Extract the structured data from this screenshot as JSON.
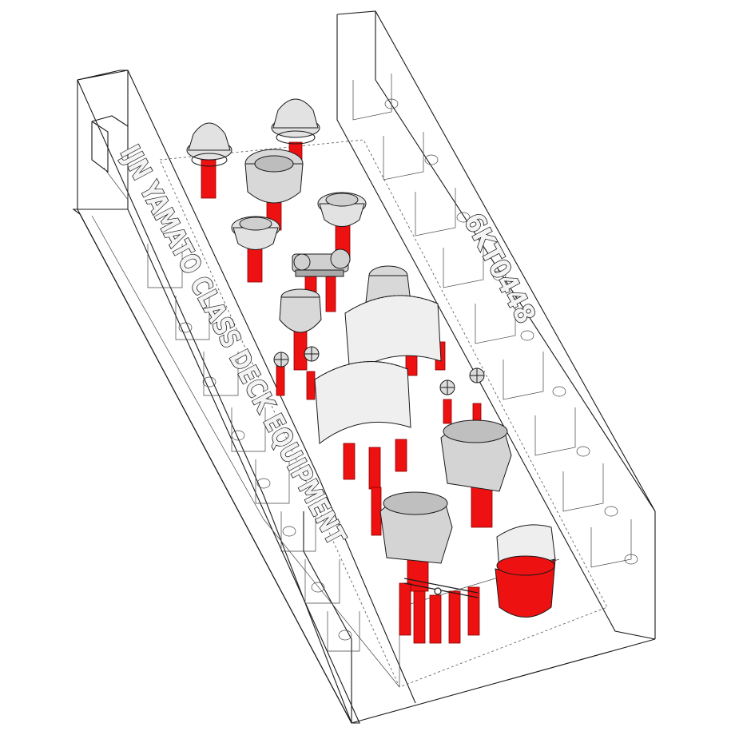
{
  "title": "IJN YAMATO CLASS DECK EQUIPMENT",
  "code": "6KT0448",
  "colors": {
    "background": "#ffffff",
    "line": "#1a1a1a",
    "part_fill": "#dedede",
    "pin_red": "#ee1111"
  },
  "parts": [
    {
      "name": "small-ventilator-left",
      "kind": "vent"
    },
    {
      "name": "small-ventilator-right",
      "kind": "vent"
    },
    {
      "name": "large-ventilator-top",
      "kind": "bowl"
    },
    {
      "name": "ventilator-mid-left",
      "kind": "vent"
    },
    {
      "name": "ventilator-mid-right",
      "kind": "vent"
    },
    {
      "name": "winch",
      "kind": "winch"
    },
    {
      "name": "bowl-ventilator-left",
      "kind": "bowl"
    },
    {
      "name": "bowl-ventilator-right",
      "kind": "bowl"
    },
    {
      "name": "curved-shield-upper",
      "kind": "shield"
    },
    {
      "name": "curved-shield-lower",
      "kind": "shield"
    },
    {
      "name": "valve-wheel-1",
      "kind": "valve"
    },
    {
      "name": "valve-wheel-2",
      "kind": "valve"
    },
    {
      "name": "valve-wheel-3",
      "kind": "valve"
    },
    {
      "name": "valve-wheel-4",
      "kind": "valve"
    },
    {
      "name": "searchlight-housing-right",
      "kind": "housing"
    },
    {
      "name": "searchlight-housing-left",
      "kind": "housing"
    },
    {
      "name": "rail-rack",
      "kind": "rack"
    },
    {
      "name": "cylinder-drum",
      "kind": "drum"
    }
  ]
}
